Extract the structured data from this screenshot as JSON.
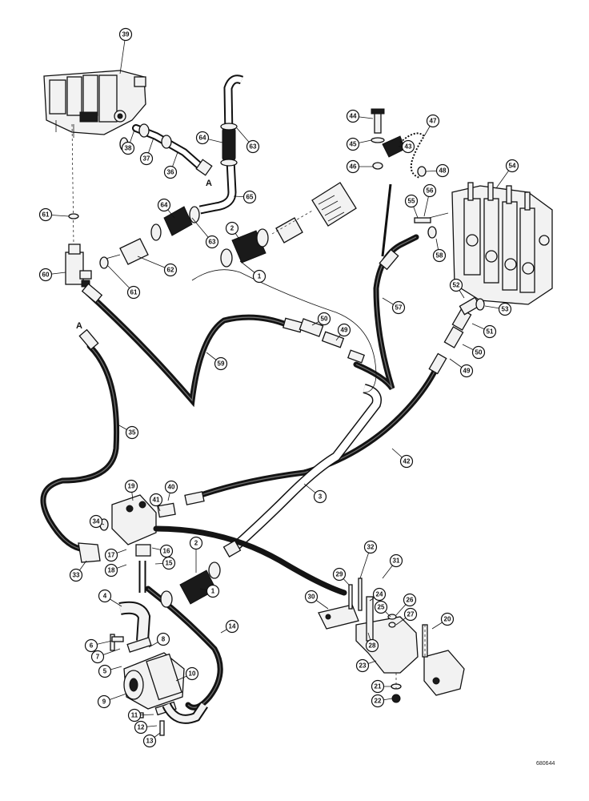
{
  "drawing_number": "680644",
  "section_letter": "A",
  "callouts": [
    {
      "id": "c39",
      "label": "39"
    },
    {
      "id": "c38",
      "label": "38"
    },
    {
      "id": "c37",
      "label": "37"
    },
    {
      "id": "c36",
      "label": "36"
    },
    {
      "id": "c64a",
      "label": "64"
    },
    {
      "id": "c63a",
      "label": "63"
    },
    {
      "id": "c65",
      "label": "65"
    },
    {
      "id": "c61a",
      "label": "61"
    },
    {
      "id": "c64b",
      "label": "64"
    },
    {
      "id": "c63b",
      "label": "63"
    },
    {
      "id": "c62",
      "label": "62"
    },
    {
      "id": "c60",
      "label": "60"
    },
    {
      "id": "c61b",
      "label": "61"
    },
    {
      "id": "c2a",
      "label": "2"
    },
    {
      "id": "c1a",
      "label": "1"
    },
    {
      "id": "c44",
      "label": "44"
    },
    {
      "id": "c47",
      "label": "47"
    },
    {
      "id": "c45",
      "label": "45"
    },
    {
      "id": "c43",
      "label": "43"
    },
    {
      "id": "c46",
      "label": "46"
    },
    {
      "id": "c48",
      "label": "48"
    },
    {
      "id": "c54",
      "label": "54"
    },
    {
      "id": "c55",
      "label": "55"
    },
    {
      "id": "c56",
      "label": "56"
    },
    {
      "id": "c58",
      "label": "58"
    },
    {
      "id": "c57",
      "label": "57"
    },
    {
      "id": "c52",
      "label": "52"
    },
    {
      "id": "c53",
      "label": "53"
    },
    {
      "id": "c51",
      "label": "51"
    },
    {
      "id": "c50a",
      "label": "50"
    },
    {
      "id": "c49a",
      "label": "49"
    },
    {
      "id": "c50b",
      "label": "50"
    },
    {
      "id": "c49b",
      "label": "49"
    },
    {
      "id": "c59",
      "label": "59"
    },
    {
      "id": "c35",
      "label": "35"
    },
    {
      "id": "c42",
      "label": "42"
    },
    {
      "id": "c3",
      "label": "3"
    },
    {
      "id": "c19",
      "label": "19"
    },
    {
      "id": "c40",
      "label": "40"
    },
    {
      "id": "c41",
      "label": "41"
    },
    {
      "id": "c34",
      "label": "34"
    },
    {
      "id": "c33",
      "label": "33"
    },
    {
      "id": "c17",
      "label": "17"
    },
    {
      "id": "c16",
      "label": "16"
    },
    {
      "id": "c18",
      "label": "18"
    },
    {
      "id": "c15",
      "label": "15"
    },
    {
      "id": "c2b",
      "label": "2"
    },
    {
      "id": "c1b",
      "label": "1"
    },
    {
      "id": "c4",
      "label": "4"
    },
    {
      "id": "c14",
      "label": "14"
    },
    {
      "id": "c6",
      "label": "6"
    },
    {
      "id": "c7",
      "label": "7"
    },
    {
      "id": "c8",
      "label": "8"
    },
    {
      "id": "c5",
      "label": "5"
    },
    {
      "id": "c9",
      "label": "9"
    },
    {
      "id": "c10",
      "label": "10"
    },
    {
      "id": "c11",
      "label": "11"
    },
    {
      "id": "c12",
      "label": "12"
    },
    {
      "id": "c13",
      "label": "13"
    },
    {
      "id": "c32",
      "label": "32"
    },
    {
      "id": "c31",
      "label": "31"
    },
    {
      "id": "c29",
      "label": "29"
    },
    {
      "id": "c30",
      "label": "30"
    },
    {
      "id": "c24",
      "label": "24"
    },
    {
      "id": "c25",
      "label": "25"
    },
    {
      "id": "c26",
      "label": "26"
    },
    {
      "id": "c27",
      "label": "27"
    },
    {
      "id": "c28",
      "label": "28"
    },
    {
      "id": "c20",
      "label": "20"
    },
    {
      "id": "c23",
      "label": "23"
    },
    {
      "id": "c21",
      "label": "21"
    },
    {
      "id": "c22",
      "label": "22"
    }
  ]
}
